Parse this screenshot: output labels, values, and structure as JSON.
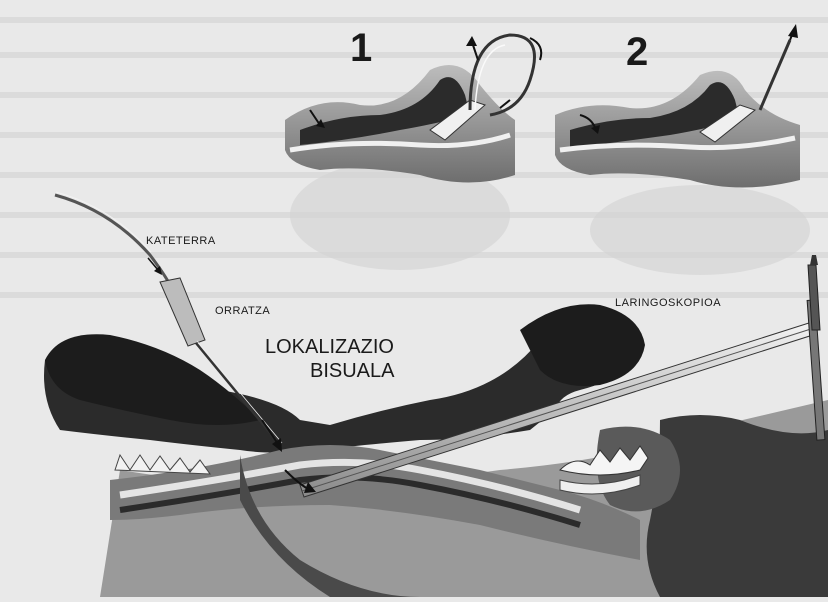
{
  "panels": [
    {
      "number": "1"
    },
    {
      "number": "2"
    }
  ],
  "labels": {
    "catheter": "KATETERRA",
    "needle": "ORRATZA",
    "laryngoscope": "LARINGOSKOPIOA",
    "visual_line1": "LOKALIZAZIO",
    "visual_line2": "BISUALA"
  },
  "colors": {
    "background": "#e9e9e9",
    "tissue_dark": "#2b2b2b",
    "tissue_mid": "#8c8c8c",
    "tissue_light": "#cfcfcf"
  }
}
